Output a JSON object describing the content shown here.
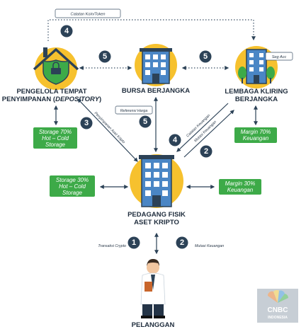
{
  "colors": {
    "navy": "#2c4257",
    "green": "#3daa48",
    "yellow": "#f6c12e",
    "line": "#2c4257",
    "dotted": "#3b5066"
  },
  "top_link": {
    "label": "Catatan Koin/Token",
    "badge": "4"
  },
  "nodes": {
    "depository": {
      "title_line1": "PENGELOLA TEMPAT",
      "title_line2_a": "PENYIMPANAN (",
      "title_line2_b": "DEPOSITORY",
      "title_line2_c": ")",
      "icon": "house-shield-icon"
    },
    "exchange": {
      "title": "BURSA BERJANGKA",
      "icon": "office-building-icon"
    },
    "clearing": {
      "title_line1": "LEMBAGA KLIRING",
      "title_line2": "BERJANGKA",
      "tag": "Seg Acc",
      "icon": "office-building-trees-icon"
    },
    "trader": {
      "title_line1": "PEDAGANG FISIK",
      "title_line2": "ASET KRIPTO",
      "icon": "office-tower-icon"
    },
    "customer": {
      "title": "PELANGGAN",
      "icon": "person-icon"
    }
  },
  "green_boxes": {
    "depository_storage": [
      "Storage 70%",
      "Hot – Cold",
      "Storage"
    ],
    "clearing_margin": [
      "Margin 70%",
      "Keuangan"
    ],
    "trader_storage": [
      "Storage 30%",
      "Hot – Cold",
      "Storage"
    ],
    "trader_margin": [
      "Margin 30%",
      "Keuangan"
    ]
  },
  "badges": {
    "dep_exch": "5",
    "exch_clear": "5",
    "dep_trader": "3",
    "exch_trader": "5",
    "clear_trader_a": "4",
    "clear_trader_b": "2",
    "trader_customer_a": "1",
    "trader_customer_b": "2"
  },
  "edge_labels": {
    "dep_trader": "Penyimpanan Aset Kripto",
    "exch_trader": "Referensi Harga",
    "clear_trader_a": "Catatan Keuangan",
    "clear_trader_b": "Mutasi Keuangan",
    "customer_a": "Transaksi Crypto",
    "customer_b": "Mutasi Keuangan"
  },
  "watermark": {
    "brand": "CNBC",
    "sub": "INDONESIA"
  }
}
